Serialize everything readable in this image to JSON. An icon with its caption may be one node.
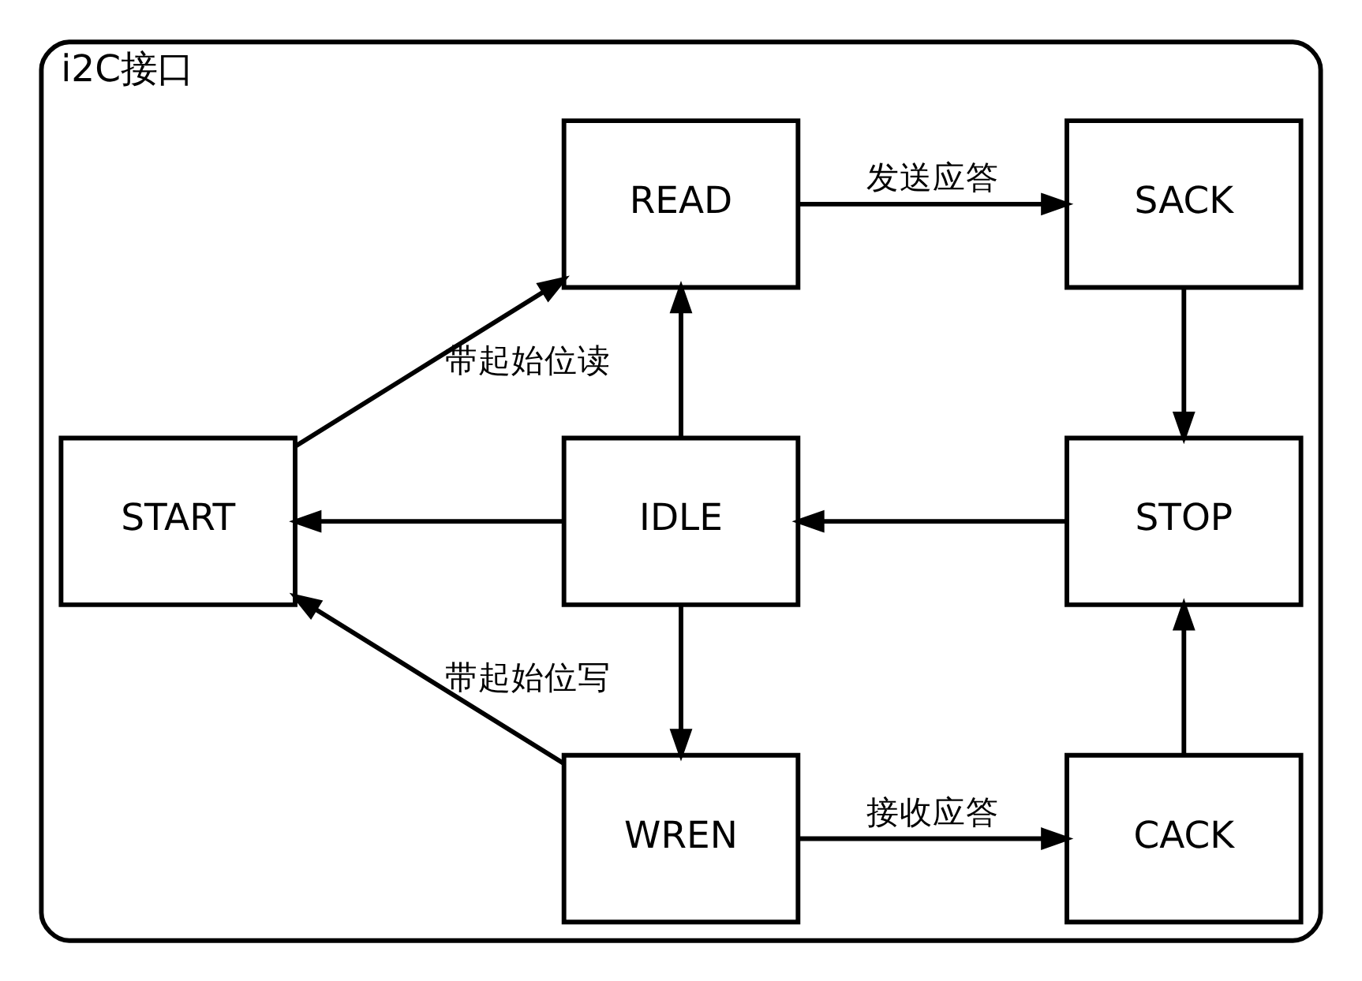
{
  "diagram": {
    "nodes": [
      {
        "text": [
          "i2C接口"
        ]
      },
      {
        "text": [
          "READ"
        ],
        "in": 0
      },
      {
        "text": [
          "SACK"
        ],
        "in": 0
      },
      {
        "text": [
          "START"
        ],
        "in": 0
      },
      {
        "text": [
          "IDLE"
        ],
        "in": 0
      },
      {
        "text": [
          "STOP"
        ],
        "in": 0
      },
      {
        "text": [
          "WREN"
        ],
        "in": 0
      },
      {
        "text": [
          "CACK"
        ],
        "in": 0
      }
    ],
    "edges": [
      {
        "from": 3,
        "to": 1,
        "arrow": "to",
        "label": "带起始位读"
      },
      {
        "from": 1,
        "to": 2,
        "arrow": "to",
        "label": "发送应答"
      },
      {
        "from": 2,
        "to": 5,
        "arrow": "to"
      },
      {
        "from": 5,
        "to": 4,
        "arrow": "to"
      },
      {
        "from": 4,
        "to": 1,
        "arrow": "to"
      },
      {
        "from": 4,
        "to": 3,
        "arrow": "to"
      },
      {
        "from": 4,
        "to": 6,
        "arrow": "to"
      },
      {
        "from": 6,
        "to": 3,
        "arrow": "to",
        "label": "带起始位写"
      },
      {
        "from": 6,
        "to": 7,
        "arrow": "to",
        "label": "接收应答"
      },
      {
        "from": 7,
        "to": 5,
        "arrow": "to"
      }
    ]
  }
}
